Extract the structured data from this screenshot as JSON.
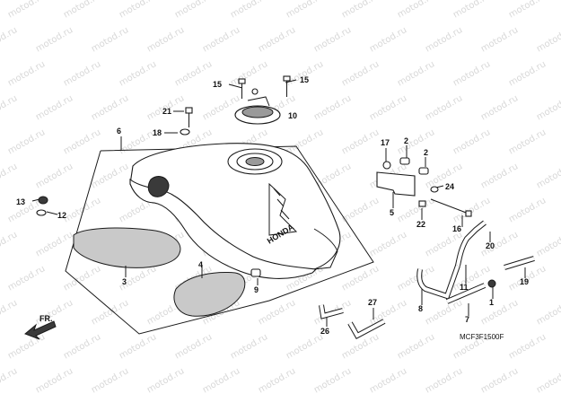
{
  "watermark_text": "motod.ru",
  "diagram_code": "MCF3F1500F",
  "direction_arrow_label": "FR.",
  "callouts": [
    {
      "id": "c1",
      "label": "1"
    },
    {
      "id": "c2a",
      "label": "2"
    },
    {
      "id": "c2b",
      "label": "2"
    },
    {
      "id": "c3",
      "label": "3"
    },
    {
      "id": "c4",
      "label": "4"
    },
    {
      "id": "c5",
      "label": "5"
    },
    {
      "id": "c6",
      "label": "6"
    },
    {
      "id": "c7",
      "label": "7"
    },
    {
      "id": "c8",
      "label": "8"
    },
    {
      "id": "c9",
      "label": "9"
    },
    {
      "id": "c10",
      "label": "10"
    },
    {
      "id": "c11",
      "label": "11"
    },
    {
      "id": "c12",
      "label": "12"
    },
    {
      "id": "c13",
      "label": "13"
    },
    {
      "id": "c15a",
      "label": "15"
    },
    {
      "id": "c15b",
      "label": "15"
    },
    {
      "id": "c16",
      "label": "16"
    },
    {
      "id": "c17",
      "label": "17"
    },
    {
      "id": "c18",
      "label": "18"
    },
    {
      "id": "c19",
      "label": "19"
    },
    {
      "id": "c20",
      "label": "20"
    },
    {
      "id": "c21",
      "label": "21"
    },
    {
      "id": "c22",
      "label": "22"
    },
    {
      "id": "c24",
      "label": "24"
    },
    {
      "id": "c26",
      "label": "26"
    },
    {
      "id": "c27",
      "label": "27"
    }
  ]
}
